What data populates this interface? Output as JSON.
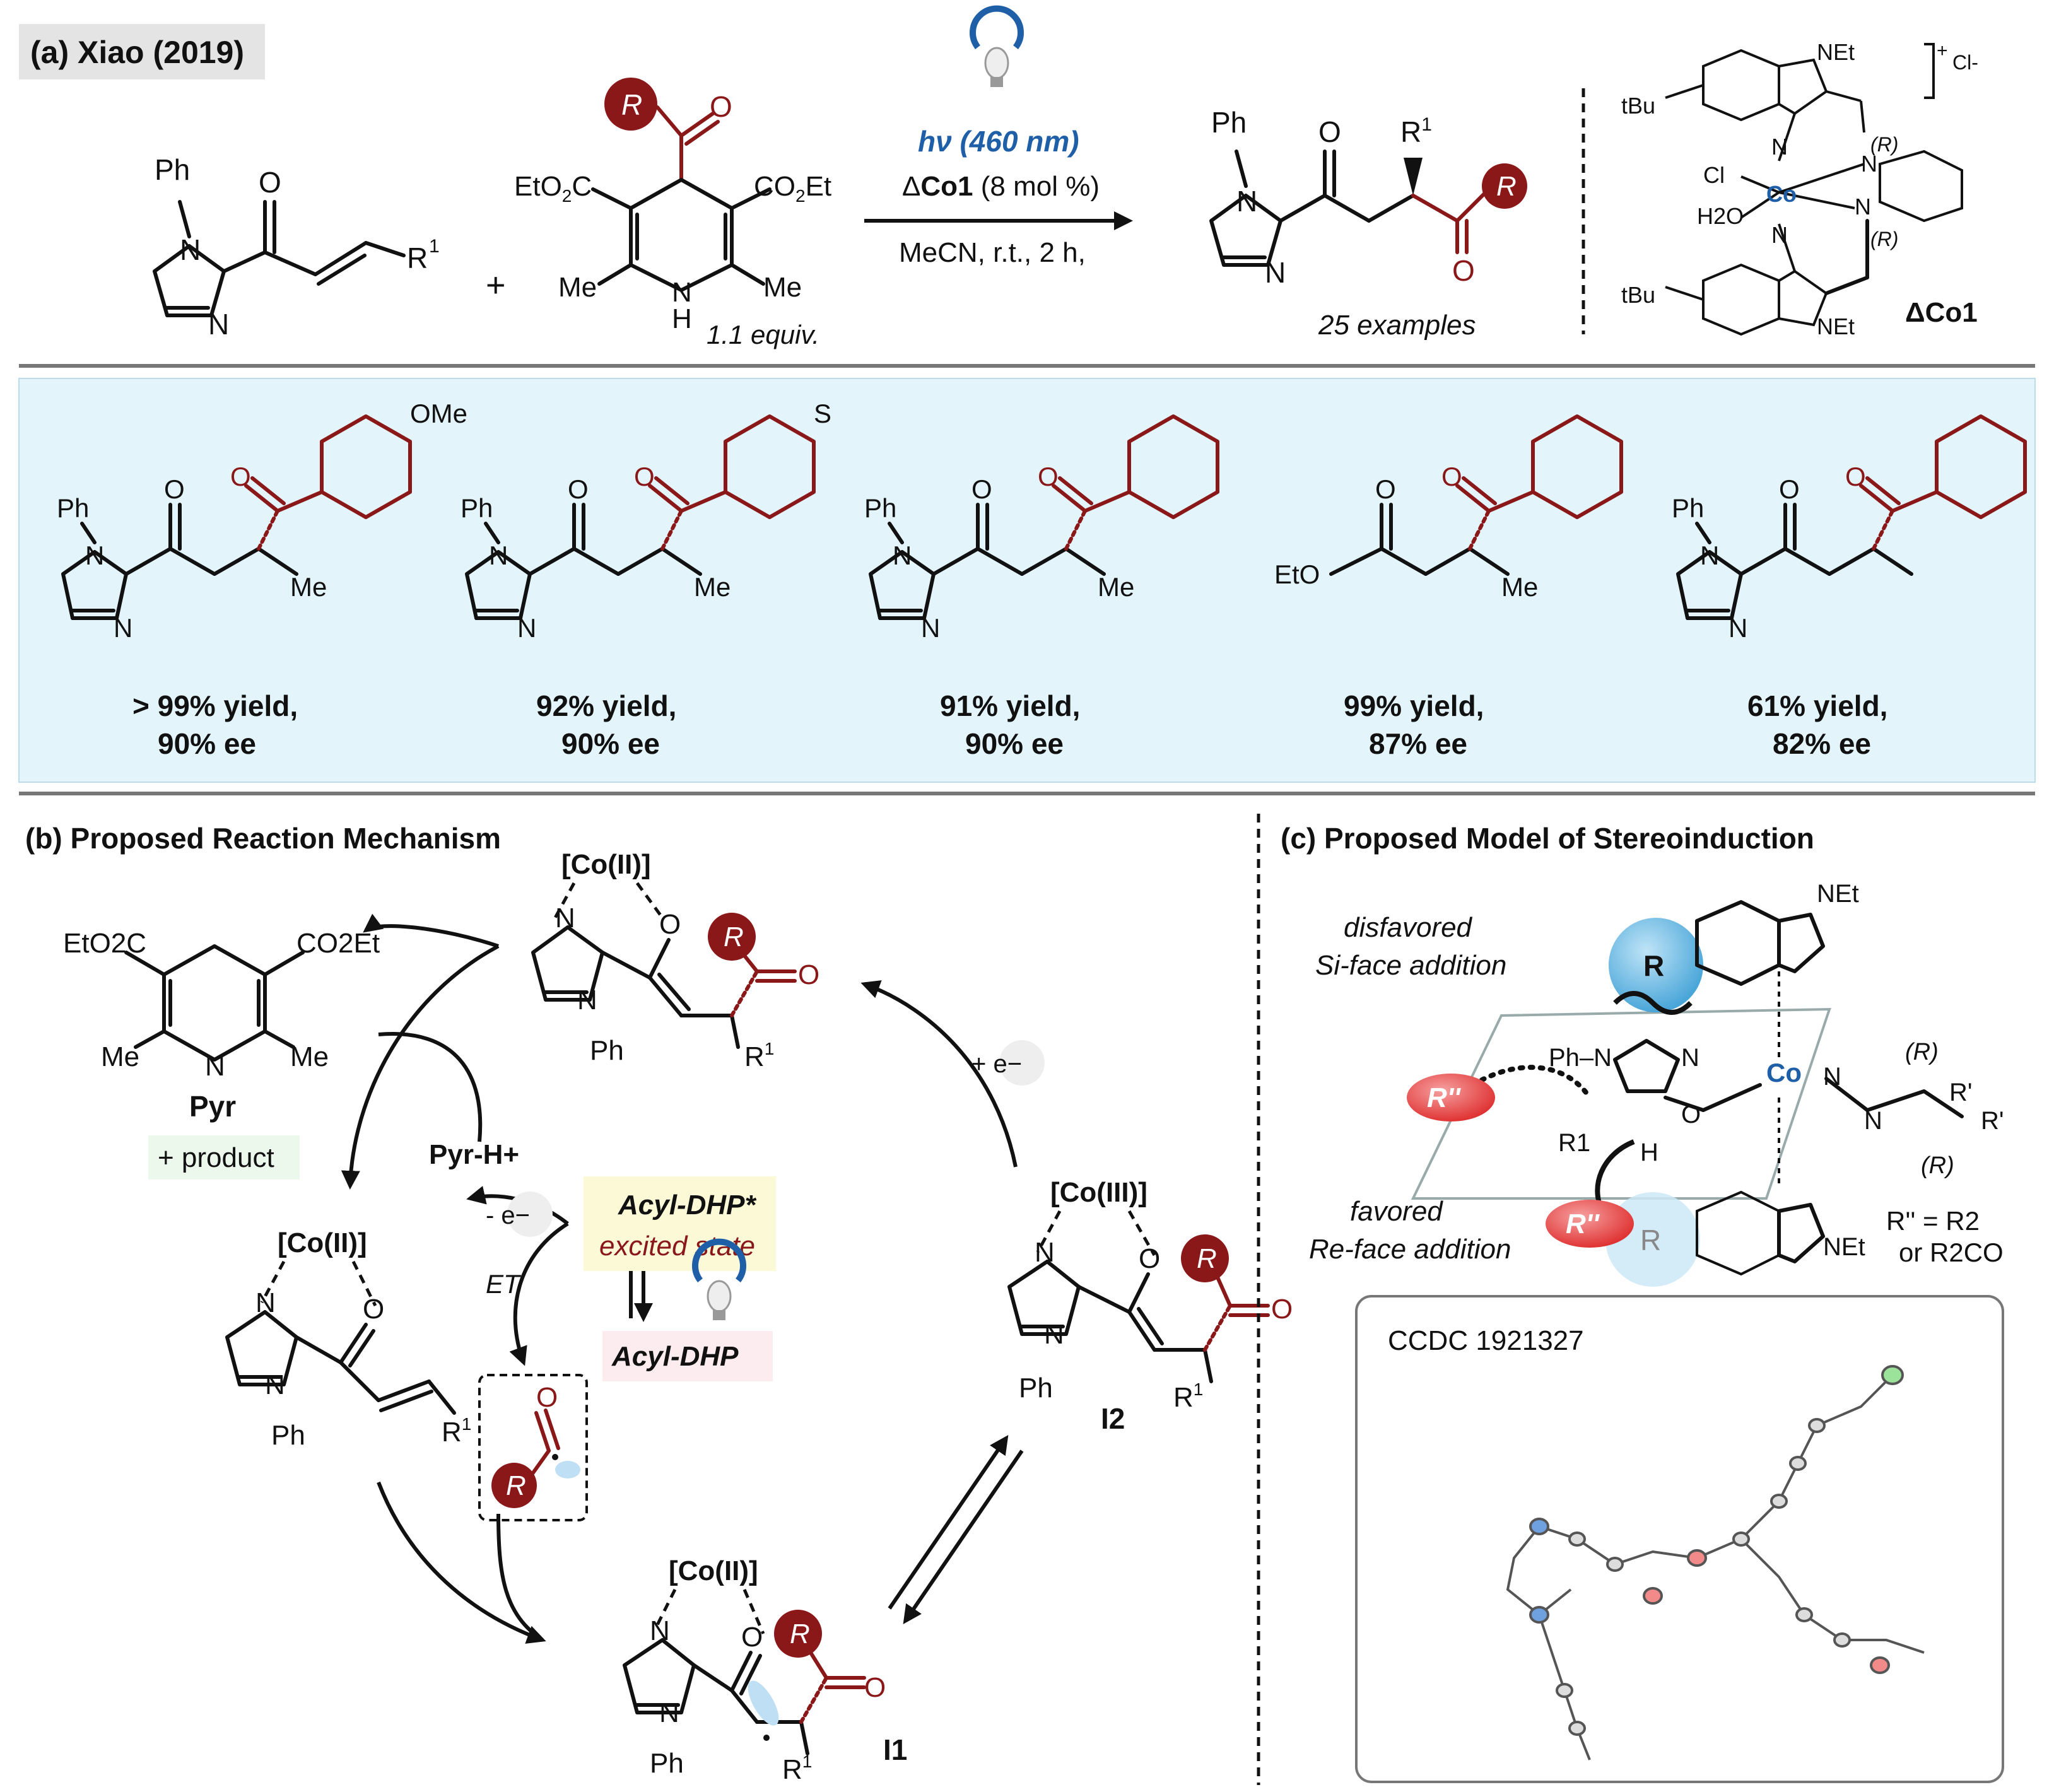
{
  "section_a": {
    "title": "(a) Xiao (2019)",
    "reactant1": {
      "ph": "Ph",
      "n1": "N",
      "n2": "N",
      "o": "O",
      "r": "R",
      "r_sup": "1"
    },
    "reactant2": {
      "r": "R",
      "o": "O",
      "left_ester": "EtO",
      "left_ester_sub": "2",
      "left_ester_c": "C",
      "right_ester": "CO",
      "right_ester_sub": "2",
      "right_ester_et": "Et",
      "me_left": "Me",
      "me_right": "Me",
      "nh_n": "N",
      "nh_h": "H",
      "equiv": "1.1 equiv."
    },
    "plus": "+",
    "conditions": {
      "light": "hν (460 nm)",
      "catalyst_prefix": "Δ",
      "catalyst": "Co1",
      "catalyst_loading": "(8 mol %)",
      "solvent": "MeCN, r.t., 2 h,"
    },
    "product": {
      "ph": "Ph",
      "n1": "N",
      "n2": "N",
      "o1": "O",
      "o2": "O",
      "r": "R",
      "r1": "R",
      "r1_sup": "1",
      "examples": "25 examples"
    },
    "catalyst_structure": {
      "tbu_top": "tBu",
      "tbu_bottom": "tBu",
      "net_top": "NEt",
      "net_bottom": "NEt",
      "n_top": "N",
      "n_bottom": "N",
      "cl": "Cl",
      "h2o": "H2O",
      "co": "Co",
      "r_top": "(R)",
      "r_bottom": "(R)",
      "n_amine1": "N",
      "n_amine2": "N",
      "charge": "+",
      "counterion": "Cl-",
      "label_prefix": "Δ",
      "label": "Co1"
    }
  },
  "examples": [
    {
      "yield": "> 99% yield,",
      "ee": "90% ee",
      "substituent": "OMe",
      "tail": "Me",
      "ph": "Ph",
      "n1": "N",
      "n2": "N",
      "o1": "O",
      "o2": "O"
    },
    {
      "yield": "92% yield,",
      "ee": "90% ee",
      "substituent": "S",
      "tail": "Me",
      "ph": "Ph",
      "n1": "N",
      "n2": "N",
      "o1": "O",
      "o2": "O"
    },
    {
      "yield": "91% yield,",
      "ee": "90% ee",
      "substituent": "",
      "tail": "Me",
      "ph": "Ph",
      "n1": "N",
      "n2": "N",
      "o1": "O",
      "o2": "O"
    },
    {
      "yield": "99% yield,",
      "ee": "87% ee",
      "substituent": "",
      "tail": "Me",
      "eto": "EtO",
      "o1": "O",
      "o2": "O"
    },
    {
      "yield": "61% yield,",
      "ee": "82%  ee",
      "substituent": "",
      "tail": "",
      "ph": "Ph",
      "n1": "N",
      "n2": "N",
      "o1": "O",
      "o2": "O"
    }
  ],
  "section_b": {
    "title": "(b) Proposed Reaction Mechanism",
    "co_ii": "[Co(II)]",
    "co_iii": "[Co(III)]",
    "pyr": {
      "left": "EtO2C",
      "right": "CO2Et",
      "me_left": "Me",
      "me_right": "Me",
      "n": "N",
      "label": "Pyr"
    },
    "plus_product": "+ product",
    "pyr_h": "Pyr-H+",
    "minus_e": "- e−",
    "plus_e": "+ e−",
    "et": "ET",
    "acyl_excited_1": "Acyl-DHP*",
    "acyl_excited_2": "excited state",
    "acyl_dhp": "Acyl-DHP",
    "i1": "I1",
    "i2": "I2",
    "ph": "Ph",
    "n": "N",
    "o": "O",
    "r": "R",
    "r1": "R",
    "r1_sup": "1"
  },
  "section_c": {
    "title": "(c) Proposed Model of Stereoinduction",
    "disfavored_1": "disfavored",
    "disfavored_2": "Si-face addition",
    "favored_1": "favored",
    "favored_2": "Re-face addition",
    "r_dprime": "R''",
    "r_eq_1": "R'' = R2",
    "r_eq_2": "or R2CO",
    "net": "NEt",
    "co": "Co",
    "ph_n": "Ph–N",
    "n": "N",
    "o": "O",
    "r": "R",
    "r1": "R1",
    "h": "H",
    "r_prime": "R'",
    "r_label": "(R)",
    "ccdc": "CCDC 1921327"
  },
  "colors": {
    "accent_red": "#8b1818",
    "accent_blue": "#1f5fa8",
    "panel_blue": "#e3f4fb",
    "title_bg": "#e4e4e4",
    "yellow_box": "#fbf9d6",
    "pink_box": "#fcecf0",
    "green_box": "#ecf8ec"
  }
}
